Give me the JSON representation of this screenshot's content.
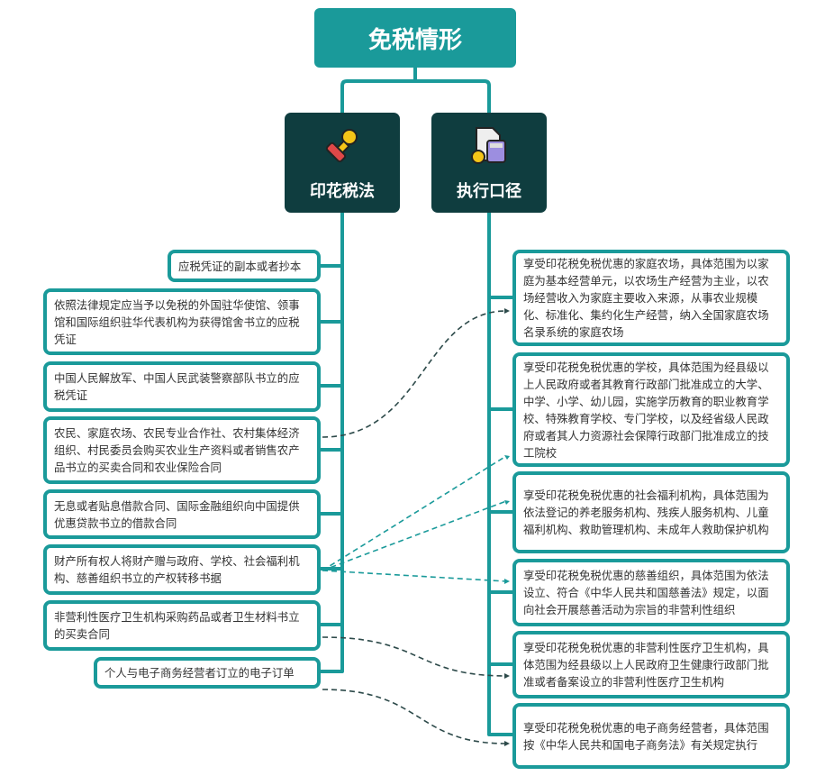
{
  "title": "免税情形",
  "categories": [
    {
      "label": "印花税法",
      "icon": "stamp-icon"
    },
    {
      "label": "执行口径",
      "icon": "calculator-document-icon"
    }
  ],
  "left_items": [
    "应税凭证的副本或者抄本",
    "依照法律规定应当予以免税的外国驻华使馆、领事馆和国际组织驻华代表机构为获得馆舍书立的应税凭证",
    "中国人民解放军、中国人民武装警察部队书立的应税凭证",
    "农民、家庭农场、农民专业合作社、农村集体经济组织、村民委员会购买农业生产资料或者销售农产品书立的买卖合同和农业保险合同",
    "无息或者贴息借款合同、国际金融组织向中国提供优惠贷款书立的借款合同",
    "财产所有权人将财产赠与政府、学校、社会福利机构、慈善组织书立的产权转移书据",
    "非营利性医疗卫生机构采购药品或者卫生材料书立的买卖合同",
    "个人与电子商务经营者订立的电子订单"
  ],
  "right_items": [
    "享受印花税免税优惠的家庭农场，具体范围为以家庭为基本经营单元，以农场生产经营为主业，以农场经营收入为家庭主要收入来源，从事农业规模化、标准化、集约化生产经营，纳入全国家庭农场名录系统的家庭农场",
    "享受印花税免税优惠的学校，具体范围为经县级以上人民政府或者其教育行政部门批准成立的大学、中学、小学、幼儿园，实施学历教育的职业教育学校、特殊教育学校、专门学校，以及经省级人民政府或者其人力资源社会保障行政部门批准成立的技工院校",
    "享受印花税免税优惠的社会福利机构，具体范围为依法登记的养老服务机构、残疾人服务机构、儿童福利机构、救助管理机构、未成年人救助保护机构",
    "享受印花税免税优惠的慈善组织，具体范围为依法设立、符合《中华人民共和国慈善法》规定，以面向社会开展慈善活动为宗旨的非营利性组织",
    "享受印花税免税优惠的非营利性医疗卫生机构，具体范围为经县级以上人民政府卫生健康行政部门批准或者备案设立的非营利性医疗卫生机构",
    "享受印花税免税优惠的电子商务经营者，具体范围按《中华人民共和国电子商务法》有关规定执行"
  ],
  "colors": {
    "teal": "#1a9a9a",
    "dark": "#0f3d3f",
    "dashed_dark": "#2d4a4a"
  }
}
